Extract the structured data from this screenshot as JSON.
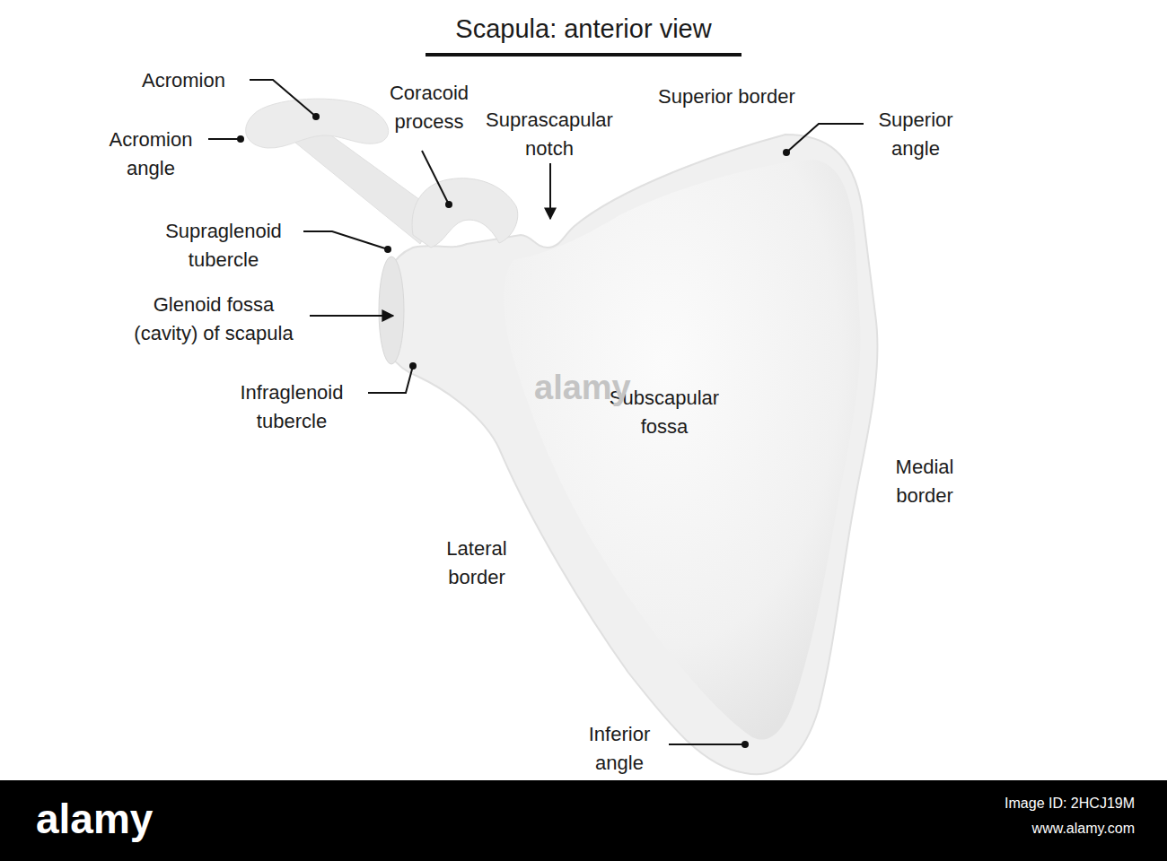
{
  "diagram": {
    "title": "Scapula: anterior view",
    "labels": [
      "Acromion",
      "Acromion angle",
      "Coracoid process",
      "Suprascapular notch",
      "Superior border",
      "Superior angle",
      "Supraglenoid tubercle",
      "Glenoid fossa (cavity) of scapula",
      "Infraglenoid tubercle",
      "Subscapular fossa",
      "Medial border",
      "Lateral border",
      "Inferior angle",
      "alamy",
      "alamy",
      "Image ID: 2HCJ19M",
      "www.alamy.com"
    ]
  }
}
